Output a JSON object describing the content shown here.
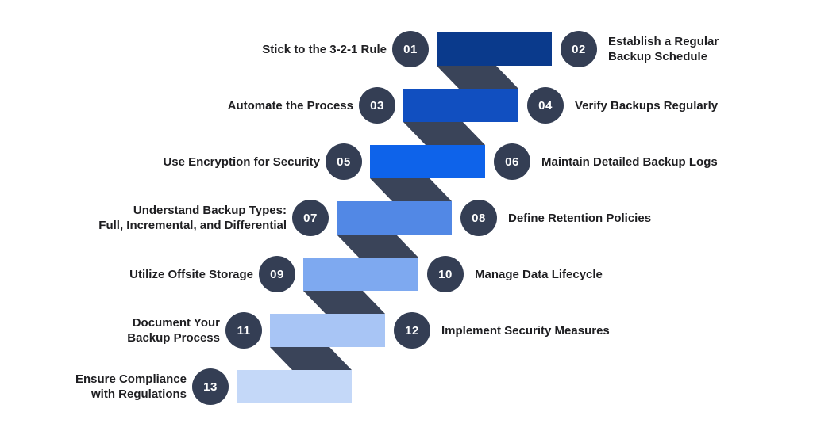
{
  "background": "#ffffff",
  "colors": {
    "fold": "#3a4459",
    "circle": "#343e54",
    "circle_text": "#ffffff",
    "label_text": "#1e1e21"
  },
  "rows": [
    {
      "bar_color": "#0a3a8c",
      "left": {
        "number": "01",
        "lines": [
          "Stick to the 3-2-1 Rule"
        ]
      },
      "right": {
        "number": "02",
        "lines": [
          "Establish a Regular",
          "Backup Schedule"
        ]
      }
    },
    {
      "bar_color": "#114fc0",
      "left": {
        "number": "03",
        "lines": [
          "Automate the Process"
        ]
      },
      "right": {
        "number": "04",
        "lines": [
          "Verify Backups Regularly"
        ]
      }
    },
    {
      "bar_color": "#0e63ea",
      "left": {
        "number": "05",
        "lines": [
          "Use Encryption for Security"
        ]
      },
      "right": {
        "number": "06",
        "lines": [
          "Maintain Detailed Backup Logs"
        ]
      }
    },
    {
      "bar_color": "#5288e5",
      "left": {
        "number": "07",
        "lines": [
          "Understand Backup Types:",
          "Full, Incremental, and Differential"
        ]
      },
      "right": {
        "number": "08",
        "lines": [
          "Define Retention Policies"
        ]
      }
    },
    {
      "bar_color": "#7ea9f0",
      "left": {
        "number": "09",
        "lines": [
          "Utilize Offsite Storage"
        ]
      },
      "right": {
        "number": "10",
        "lines": [
          "Manage Data Lifecycle"
        ]
      }
    },
    {
      "bar_color": "#a8c5f5",
      "left": {
        "number": "11",
        "lines": [
          "Document Your",
          "Backup Process"
        ]
      },
      "right": {
        "number": "12",
        "lines": [
          "Implement Security Measures"
        ]
      }
    },
    {
      "bar_color": "#c4d8f8",
      "left": {
        "number": "13",
        "lines": [
          "Ensure Compliance",
          "with Regulations"
        ]
      },
      "right": null
    }
  ]
}
